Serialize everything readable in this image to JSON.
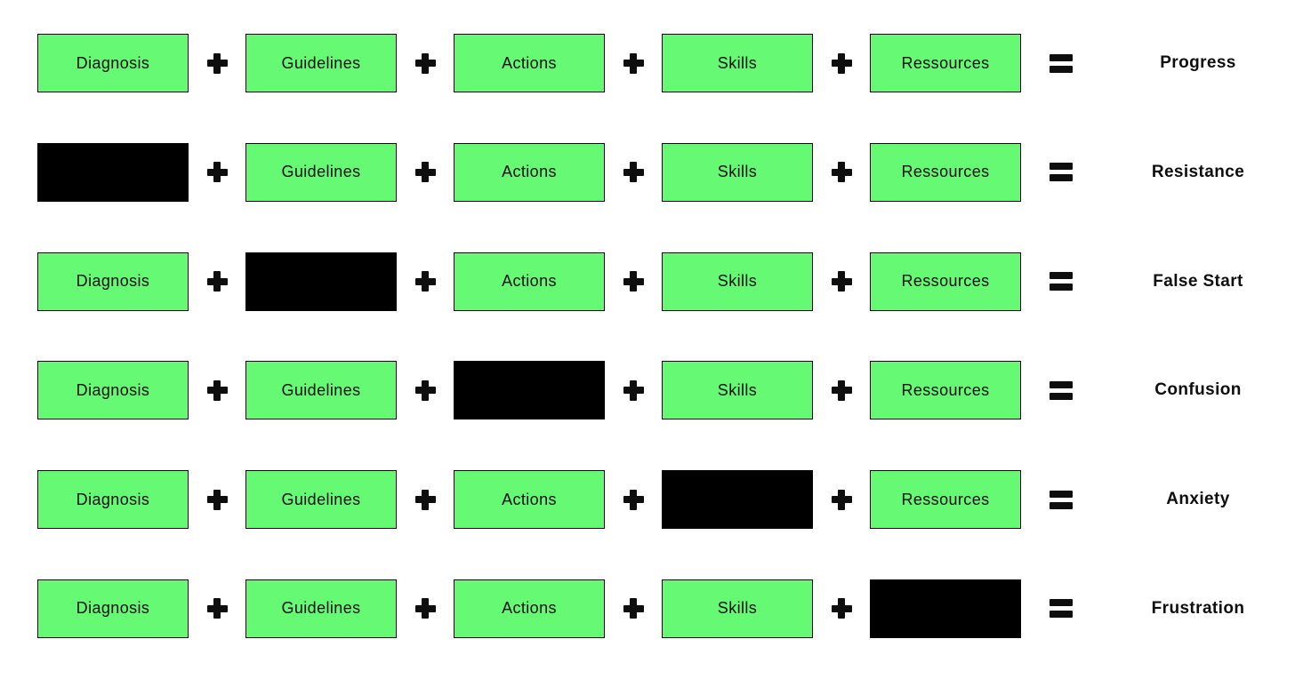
{
  "palette": {
    "box_green": "#66f973",
    "box_black": "#000000",
    "box_border": "#000000",
    "text_color": "#0e0e0e",
    "background": "#ffffff"
  },
  "operators": {
    "plus": "+",
    "equals": "="
  },
  "columns": [
    "Diagnosis",
    "Guidelines",
    "Actions",
    "Skills",
    "Ressources"
  ],
  "rows": [
    {
      "result": "Progress",
      "terms": [
        {
          "label": "Diagnosis",
          "present": true
        },
        {
          "label": "Guidelines",
          "present": true
        },
        {
          "label": "Actions",
          "present": true
        },
        {
          "label": "Skills",
          "present": true
        },
        {
          "label": "Ressources",
          "present": true
        }
      ]
    },
    {
      "result": "Resistance",
      "terms": [
        {
          "label": "",
          "present": false
        },
        {
          "label": "Guidelines",
          "present": true
        },
        {
          "label": "Actions",
          "present": true
        },
        {
          "label": "Skills",
          "present": true
        },
        {
          "label": "Ressources",
          "present": true
        }
      ]
    },
    {
      "result": "False Start",
      "terms": [
        {
          "label": "Diagnosis",
          "present": true
        },
        {
          "label": "",
          "present": false
        },
        {
          "label": "Actions",
          "present": true
        },
        {
          "label": "Skills",
          "present": true
        },
        {
          "label": "Ressources",
          "present": true
        }
      ]
    },
    {
      "result": "Confusion",
      "terms": [
        {
          "label": "Diagnosis",
          "present": true
        },
        {
          "label": "Guidelines",
          "present": true
        },
        {
          "label": "",
          "present": false
        },
        {
          "label": "Skills",
          "present": true
        },
        {
          "label": "Ressources",
          "present": true
        }
      ]
    },
    {
      "result": "Anxiety",
      "terms": [
        {
          "label": "Diagnosis",
          "present": true
        },
        {
          "label": "Guidelines",
          "present": true
        },
        {
          "label": "Actions",
          "present": true
        },
        {
          "label": "",
          "present": false
        },
        {
          "label": "Ressources",
          "present": true
        }
      ]
    },
    {
      "result": "Frustration",
      "terms": [
        {
          "label": "Diagnosis",
          "present": true
        },
        {
          "label": "Guidelines",
          "present": true
        },
        {
          "label": "Actions",
          "present": true
        },
        {
          "label": "Skills",
          "present": true
        },
        {
          "label": "",
          "present": false
        }
      ]
    }
  ]
}
